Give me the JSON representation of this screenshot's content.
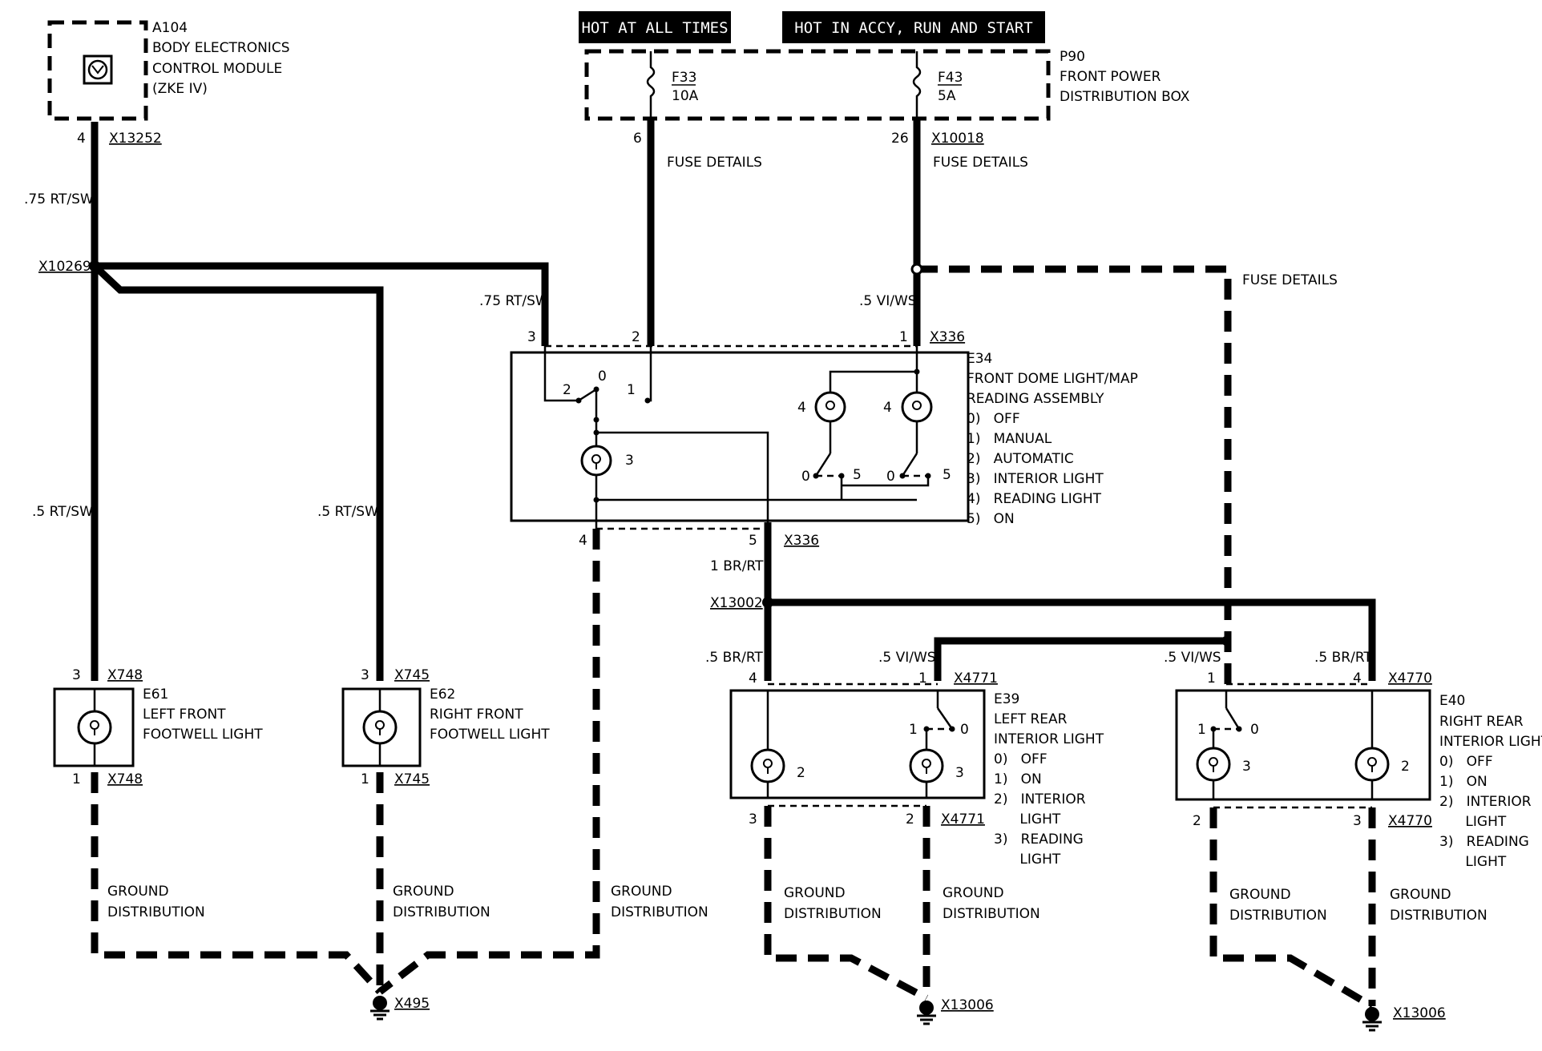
{
  "supply_bars": {
    "hot_all_times": "HOT AT ALL TIMES",
    "hot_accy": "HOT IN ACCY, RUN AND START"
  },
  "modules": {
    "a104": {
      "id": "A104",
      "line1": "BODY ELECTRONICS",
      "line2": "CONTROL MODULE",
      "line3": "(ZKE IV)",
      "pin": "4",
      "connector": "X13252"
    },
    "p90": {
      "id": "P90",
      "line1": "FRONT POWER",
      "line2": "DISTRIBUTION BOX"
    }
  },
  "fuses": {
    "f33": {
      "id": "F33",
      "rating": "10A",
      "pin": "6"
    },
    "f43": {
      "id": "F43",
      "rating": "5A",
      "pin": "26",
      "connector": "X10018"
    }
  },
  "labels": {
    "fuse_details": "FUSE DETAILS",
    "ground_distribution_1": "GROUND",
    "ground_distribution_2": "DISTRIBUTION"
  },
  "wires": {
    "w_75_rt_sw": ".75 RT/SW",
    "w_5_rt_sw": ".5 RT/SW",
    "w_5_vi_ws": ".5 VI/WS",
    "w_1_br_rt": "1 BR/RT",
    "w_5_br_rt": ".5 BR/RT"
  },
  "splices": {
    "x10269": "X10269",
    "x13002": "X13002"
  },
  "e34": {
    "id": "E34",
    "name1": "FRONT DOME LIGHT/MAP",
    "name2": "READING ASSEMBLY",
    "legend": [
      "0)   OFF",
      "1)   MANUAL",
      "2)   AUTOMATIC",
      "3)   INTERIOR LIGHT",
      "4)   READING LIGHT",
      "5)   ON"
    ],
    "connector": "X336",
    "pins": {
      "p1": "1",
      "p2": "2",
      "p3": "3",
      "p4": "4",
      "p5": "5"
    },
    "switch": {
      "s0": "0",
      "s1": "1",
      "s2": "2",
      "r0": "0",
      "r5": "5",
      "b3": "3",
      "b4": "4"
    }
  },
  "e61": {
    "id": "E61",
    "name1": "LEFT FRONT",
    "name2": "FOOTWELL LIGHT",
    "connector": "X748",
    "pin_top": "3",
    "pin_bot": "1"
  },
  "e62": {
    "id": "E62",
    "name1": "RIGHT FRONT",
    "name2": "FOOTWELL LIGHT",
    "connector": "X745",
    "pin_top": "3",
    "pin_bot": "1"
  },
  "e39": {
    "id": "E39",
    "name1": "LEFT REAR",
    "name2": "INTERIOR LIGHT",
    "legend": [
      "0)   OFF",
      "1)   ON",
      "2)   INTERIOR",
      "      LIGHT",
      "3)   READING",
      "      LIGHT"
    ],
    "connector": "X4771",
    "pin_4": "4",
    "pin_1": "1",
    "pin_3": "3",
    "pin_2": "2",
    "sw0": "0",
    "sw1": "1",
    "b2": "2",
    "b3": "3"
  },
  "e40": {
    "id": "E40",
    "name1": "RIGHT REAR",
    "name2": "INTERIOR LIGHT",
    "legend": [
      "0)   OFF",
      "1)   ON",
      "2)   INTERIOR",
      "      LIGHT",
      "3)   READING",
      "      LIGHT"
    ],
    "connector": "X4770",
    "pin_1": "1",
    "pin_4": "4",
    "pin_2": "2",
    "pin_3": "3",
    "sw0": "0",
    "sw1": "1",
    "b3": "3",
    "b2": "2"
  },
  "grounds": {
    "x495": "X495",
    "x13006": "X13006"
  }
}
